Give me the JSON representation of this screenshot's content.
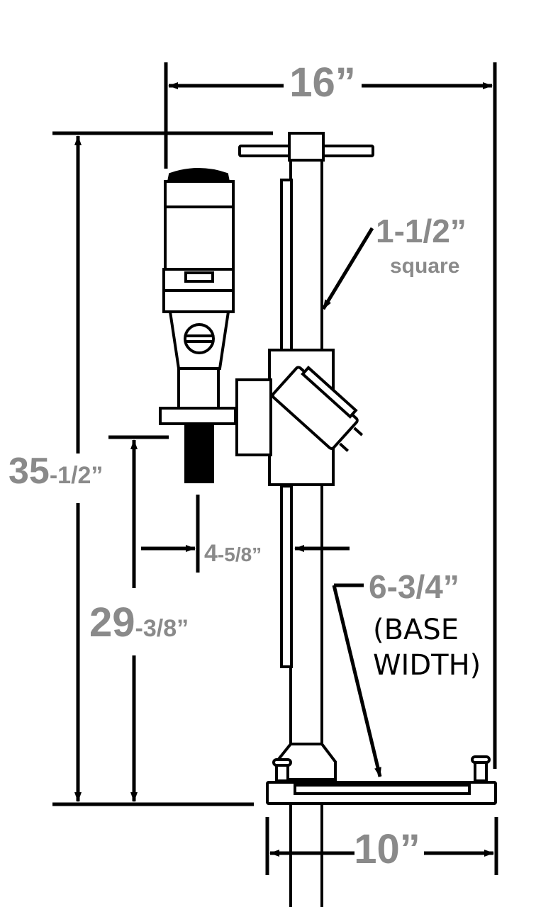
{
  "diagram": {
    "subject": "core drill on stand",
    "dimensions": {
      "overall_width": {
        "main": "16”"
      },
      "overall_height": {
        "main": "35",
        "fraction": "-1/2”"
      },
      "bit_height": {
        "main": "29",
        "fraction": "-3/8”"
      },
      "column_offset": {
        "main": "4",
        "fraction": "-5/8”"
      },
      "column_size": {
        "main": "1-1/2”",
        "sub": "square"
      },
      "base_depth": {
        "main": "6-3/4”",
        "line1": "(BASE",
        "line2": "WIDTH)"
      },
      "base_length": {
        "main": "10”"
      }
    },
    "colors": {
      "line": "#000000",
      "label": "#8a8a8a"
    }
  }
}
